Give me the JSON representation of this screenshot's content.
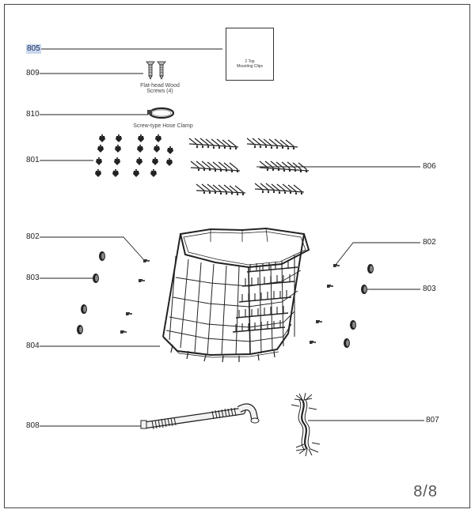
{
  "callouts": {
    "c805": "805",
    "c809": "809",
    "c810": "810",
    "c801": "801",
    "c806": "806",
    "c802_left": "802",
    "c802_right": "802",
    "c803_left": "803",
    "c803_right": "803",
    "c804": "804",
    "c808": "808",
    "c807": "807"
  },
  "captions": {
    "mounting_clips_line1": "2 Top",
    "mounting_clips_line2": "Mounting Clips",
    "screws_line1": "Flat-head Wood",
    "screws_line2": "Screws (4)",
    "hose_clamp": "Screw-type Hose Clamp"
  },
  "page_number": "8/8",
  "colors": {
    "line": "#222222",
    "highlight": "#c9d8ee"
  }
}
